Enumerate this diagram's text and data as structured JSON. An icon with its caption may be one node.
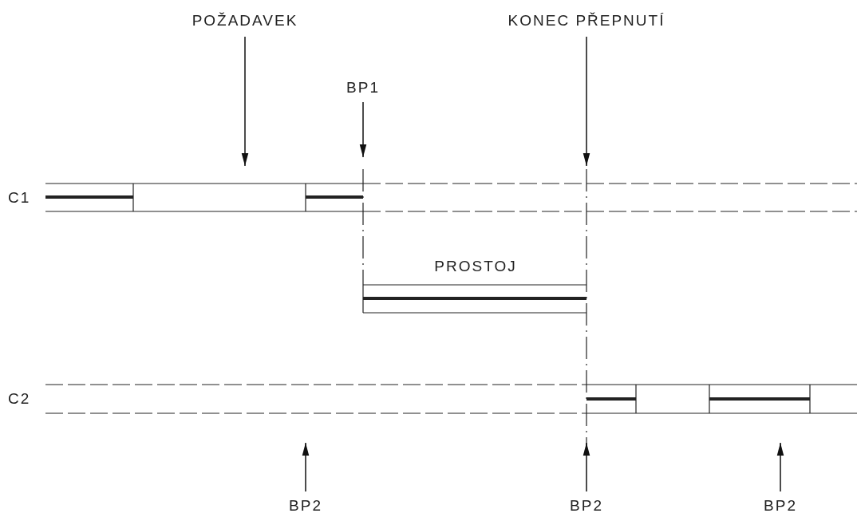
{
  "diagram": {
    "nodes": [
      {
        "text": [
          "POŽADAVEK"
        ]
      },
      {
        "text": [
          "BP1"
        ]
      },
      {
        "text": [
          "KONEC PŘEPNUTÍ"
        ]
      },
      {
        "text": [
          "PROSTOJ"
        ]
      },
      {
        "text": [
          "BP2"
        ]
      },
      {
        "text": [
          "BP2"
        ]
      },
      {
        "text": [
          "BP2"
        ]
      }
    ],
    "edges": [
      {
        "from": 0,
        "to": null,
        "arrow": "to"
      },
      {
        "from": 1,
        "to": null,
        "arrow": "to"
      },
      {
        "from": 2,
        "to": null,
        "arrow": "to"
      },
      {
        "from": 4,
        "to": null,
        "arrow": "to"
      },
      {
        "from": 5,
        "to": null,
        "arrow": "to"
      },
      {
        "from": 6,
        "to": null,
        "arrow": "to"
      }
    ],
    "labels": [
      "C1",
      "C2"
    ]
  }
}
